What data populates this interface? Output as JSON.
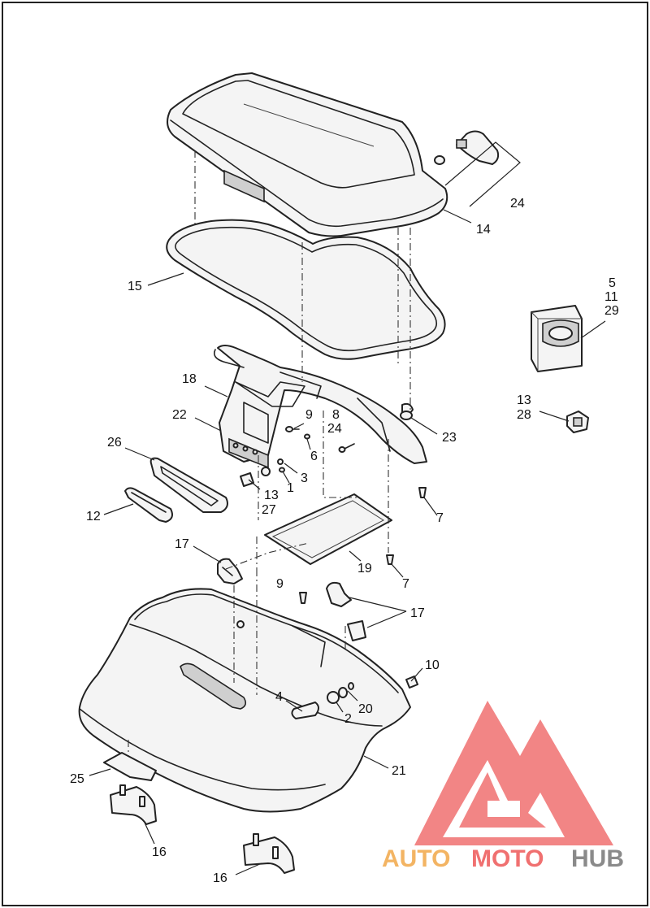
{
  "callouts": [
    {
      "id": "c-24-top",
      "text": "24"
    },
    {
      "id": "c-14",
      "text": "14"
    },
    {
      "id": "c-15",
      "text": "15"
    },
    {
      "id": "c-5",
      "text": "5"
    },
    {
      "id": "c-11",
      "text": "11"
    },
    {
      "id": "c-29",
      "text": "29"
    },
    {
      "id": "c-18",
      "text": "18"
    },
    {
      "id": "c-13-right",
      "text": "13"
    },
    {
      "id": "c-28",
      "text": "28"
    },
    {
      "id": "c-22",
      "text": "22"
    },
    {
      "id": "c-9-top",
      "text": "9"
    },
    {
      "id": "c-8",
      "text": "8"
    },
    {
      "id": "c-24-mid",
      "text": "24"
    },
    {
      "id": "c-23",
      "text": "23"
    },
    {
      "id": "c-26",
      "text": "26"
    },
    {
      "id": "c-6",
      "text": "6"
    },
    {
      "id": "c-3",
      "text": "3"
    },
    {
      "id": "c-1",
      "text": "1"
    },
    {
      "id": "c-13-left",
      "text": "13"
    },
    {
      "id": "c-27",
      "text": "27"
    },
    {
      "id": "c-12",
      "text": "12"
    },
    {
      "id": "c-7-top",
      "text": "7"
    },
    {
      "id": "c-17-left",
      "text": "17"
    },
    {
      "id": "c-19",
      "text": "19"
    },
    {
      "id": "c-7-bottom",
      "text": "7"
    },
    {
      "id": "c-9-bottom",
      "text": "9"
    },
    {
      "id": "c-17-right",
      "text": "17"
    },
    {
      "id": "c-10",
      "text": "10"
    },
    {
      "id": "c-4",
      "text": "4"
    },
    {
      "id": "c-2",
      "text": "2"
    },
    {
      "id": "c-20",
      "text": "20"
    },
    {
      "id": "c-21",
      "text": "21"
    },
    {
      "id": "c-25",
      "text": "25"
    },
    {
      "id": "c-16-top",
      "text": "16"
    },
    {
      "id": "c-16-bottom",
      "text": "16"
    }
  ],
  "watermark": {
    "word_1": "AUTO",
    "word_2": "MOTO",
    "word_3": "HUB"
  },
  "colors": {
    "watermark_red": "#f07070",
    "watermark_orange": "#f3b463",
    "watermark_gray": "#8a8a8a"
  }
}
